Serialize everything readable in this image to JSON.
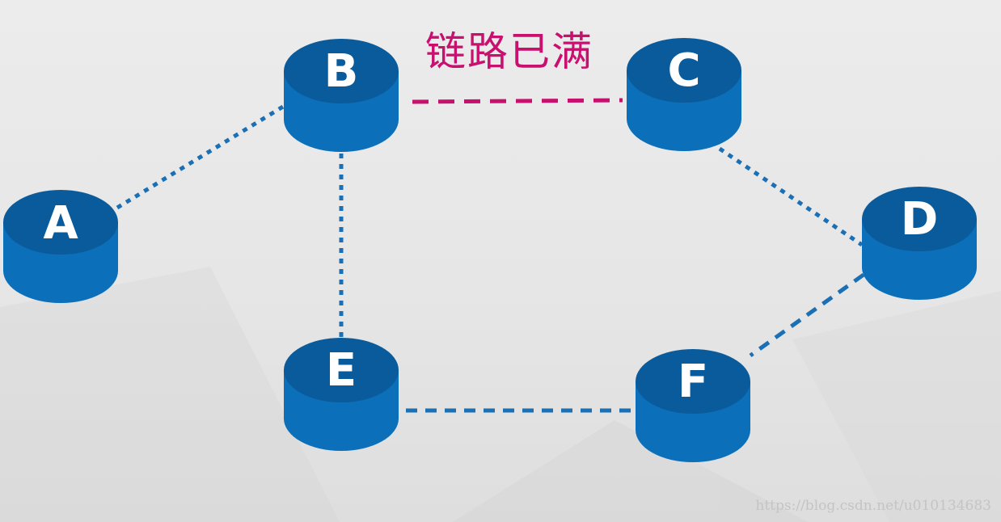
{
  "link_label": "链路已满",
  "watermark": "https://blog.csdn.net/u010134683",
  "nodes": {
    "A": {
      "label": "A"
    },
    "B": {
      "label": "B"
    },
    "C": {
      "label": "C"
    },
    "D": {
      "label": "D"
    },
    "E": {
      "label": "E"
    },
    "F": {
      "label": "F"
    }
  },
  "links": [
    {
      "from": "A",
      "to": "B",
      "style": "dotted"
    },
    {
      "from": "B",
      "to": "E",
      "style": "dotted"
    },
    {
      "from": "B",
      "to": "C",
      "style": "dashed",
      "status": "full"
    },
    {
      "from": "C",
      "to": "D",
      "style": "dotted"
    },
    {
      "from": "D",
      "to": "F",
      "style": "dashed"
    },
    {
      "from": "E",
      "to": "F",
      "style": "dashed"
    }
  ],
  "colors": {
    "cylinder_top": "#0a5b9c",
    "cylinder_side": "#0b6fba",
    "link_normal": "#1a6fb5",
    "link_full": "#c8106e",
    "node_text": "#ffffff"
  }
}
